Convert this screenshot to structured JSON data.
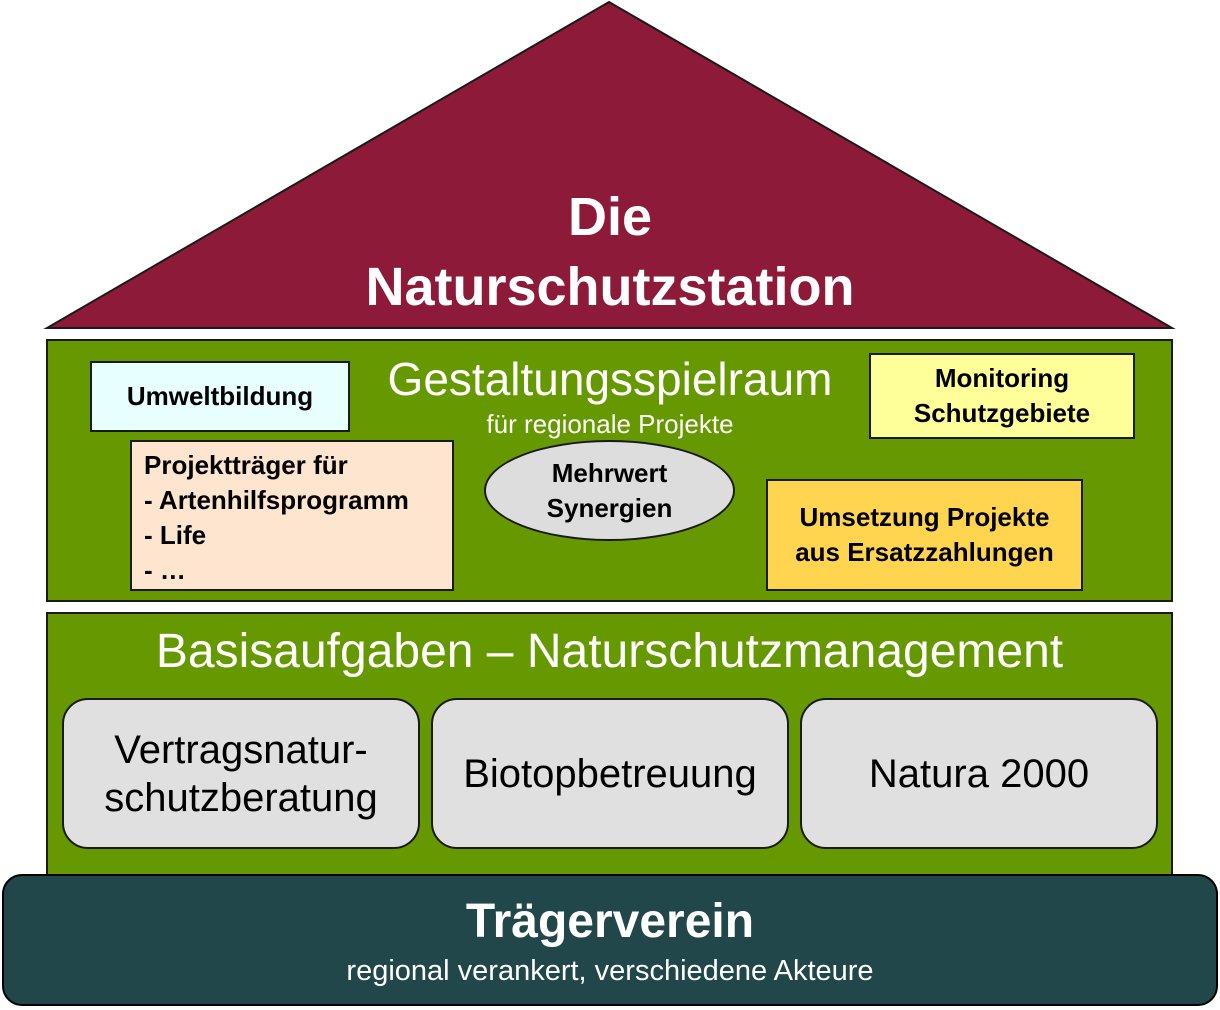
{
  "roof": {
    "title_line1": "Die",
    "title_line2": "Naturschutzstation",
    "color": "#8e1a3a"
  },
  "upper_section": {
    "heading": "Gestaltungsspielraum",
    "subheading": "für regionale Projekte",
    "color": "#669900",
    "boxes": {
      "umweltbildung": {
        "label": "Umweltbildung",
        "color": "#e8ffff"
      },
      "monitoring": {
        "line1": "Monitoring",
        "line2": "Schutzgebiete",
        "color": "#ffff99"
      },
      "projekttraeger": {
        "lines": [
          "Projektträger für",
          "- Artenhilfsprogramm",
          "- Life",
          "- …"
        ],
        "color": "#fde5cf"
      },
      "mehrwert": {
        "line1": "Mehrwert",
        "line2": "Synergien",
        "color": "#dddddd"
      },
      "umsetzung": {
        "line1": "Umsetzung Projekte",
        "line2": "aus Ersatzzahlungen",
        "color": "#ffd44f"
      }
    }
  },
  "lower_section": {
    "heading": "Basisaufgaben – Naturschutzmanagement",
    "color": "#669900",
    "boxes": [
      {
        "line1": "Vertragsnatur-",
        "line2": "schutzberatung"
      },
      {
        "line1": "Biotopbetreuung"
      },
      {
        "line1": "Natura 2000"
      }
    ]
  },
  "foundation": {
    "title": "Trägerverein",
    "subtitle": "regional verankert, verschiedene Akteure",
    "color": "#21474a"
  }
}
